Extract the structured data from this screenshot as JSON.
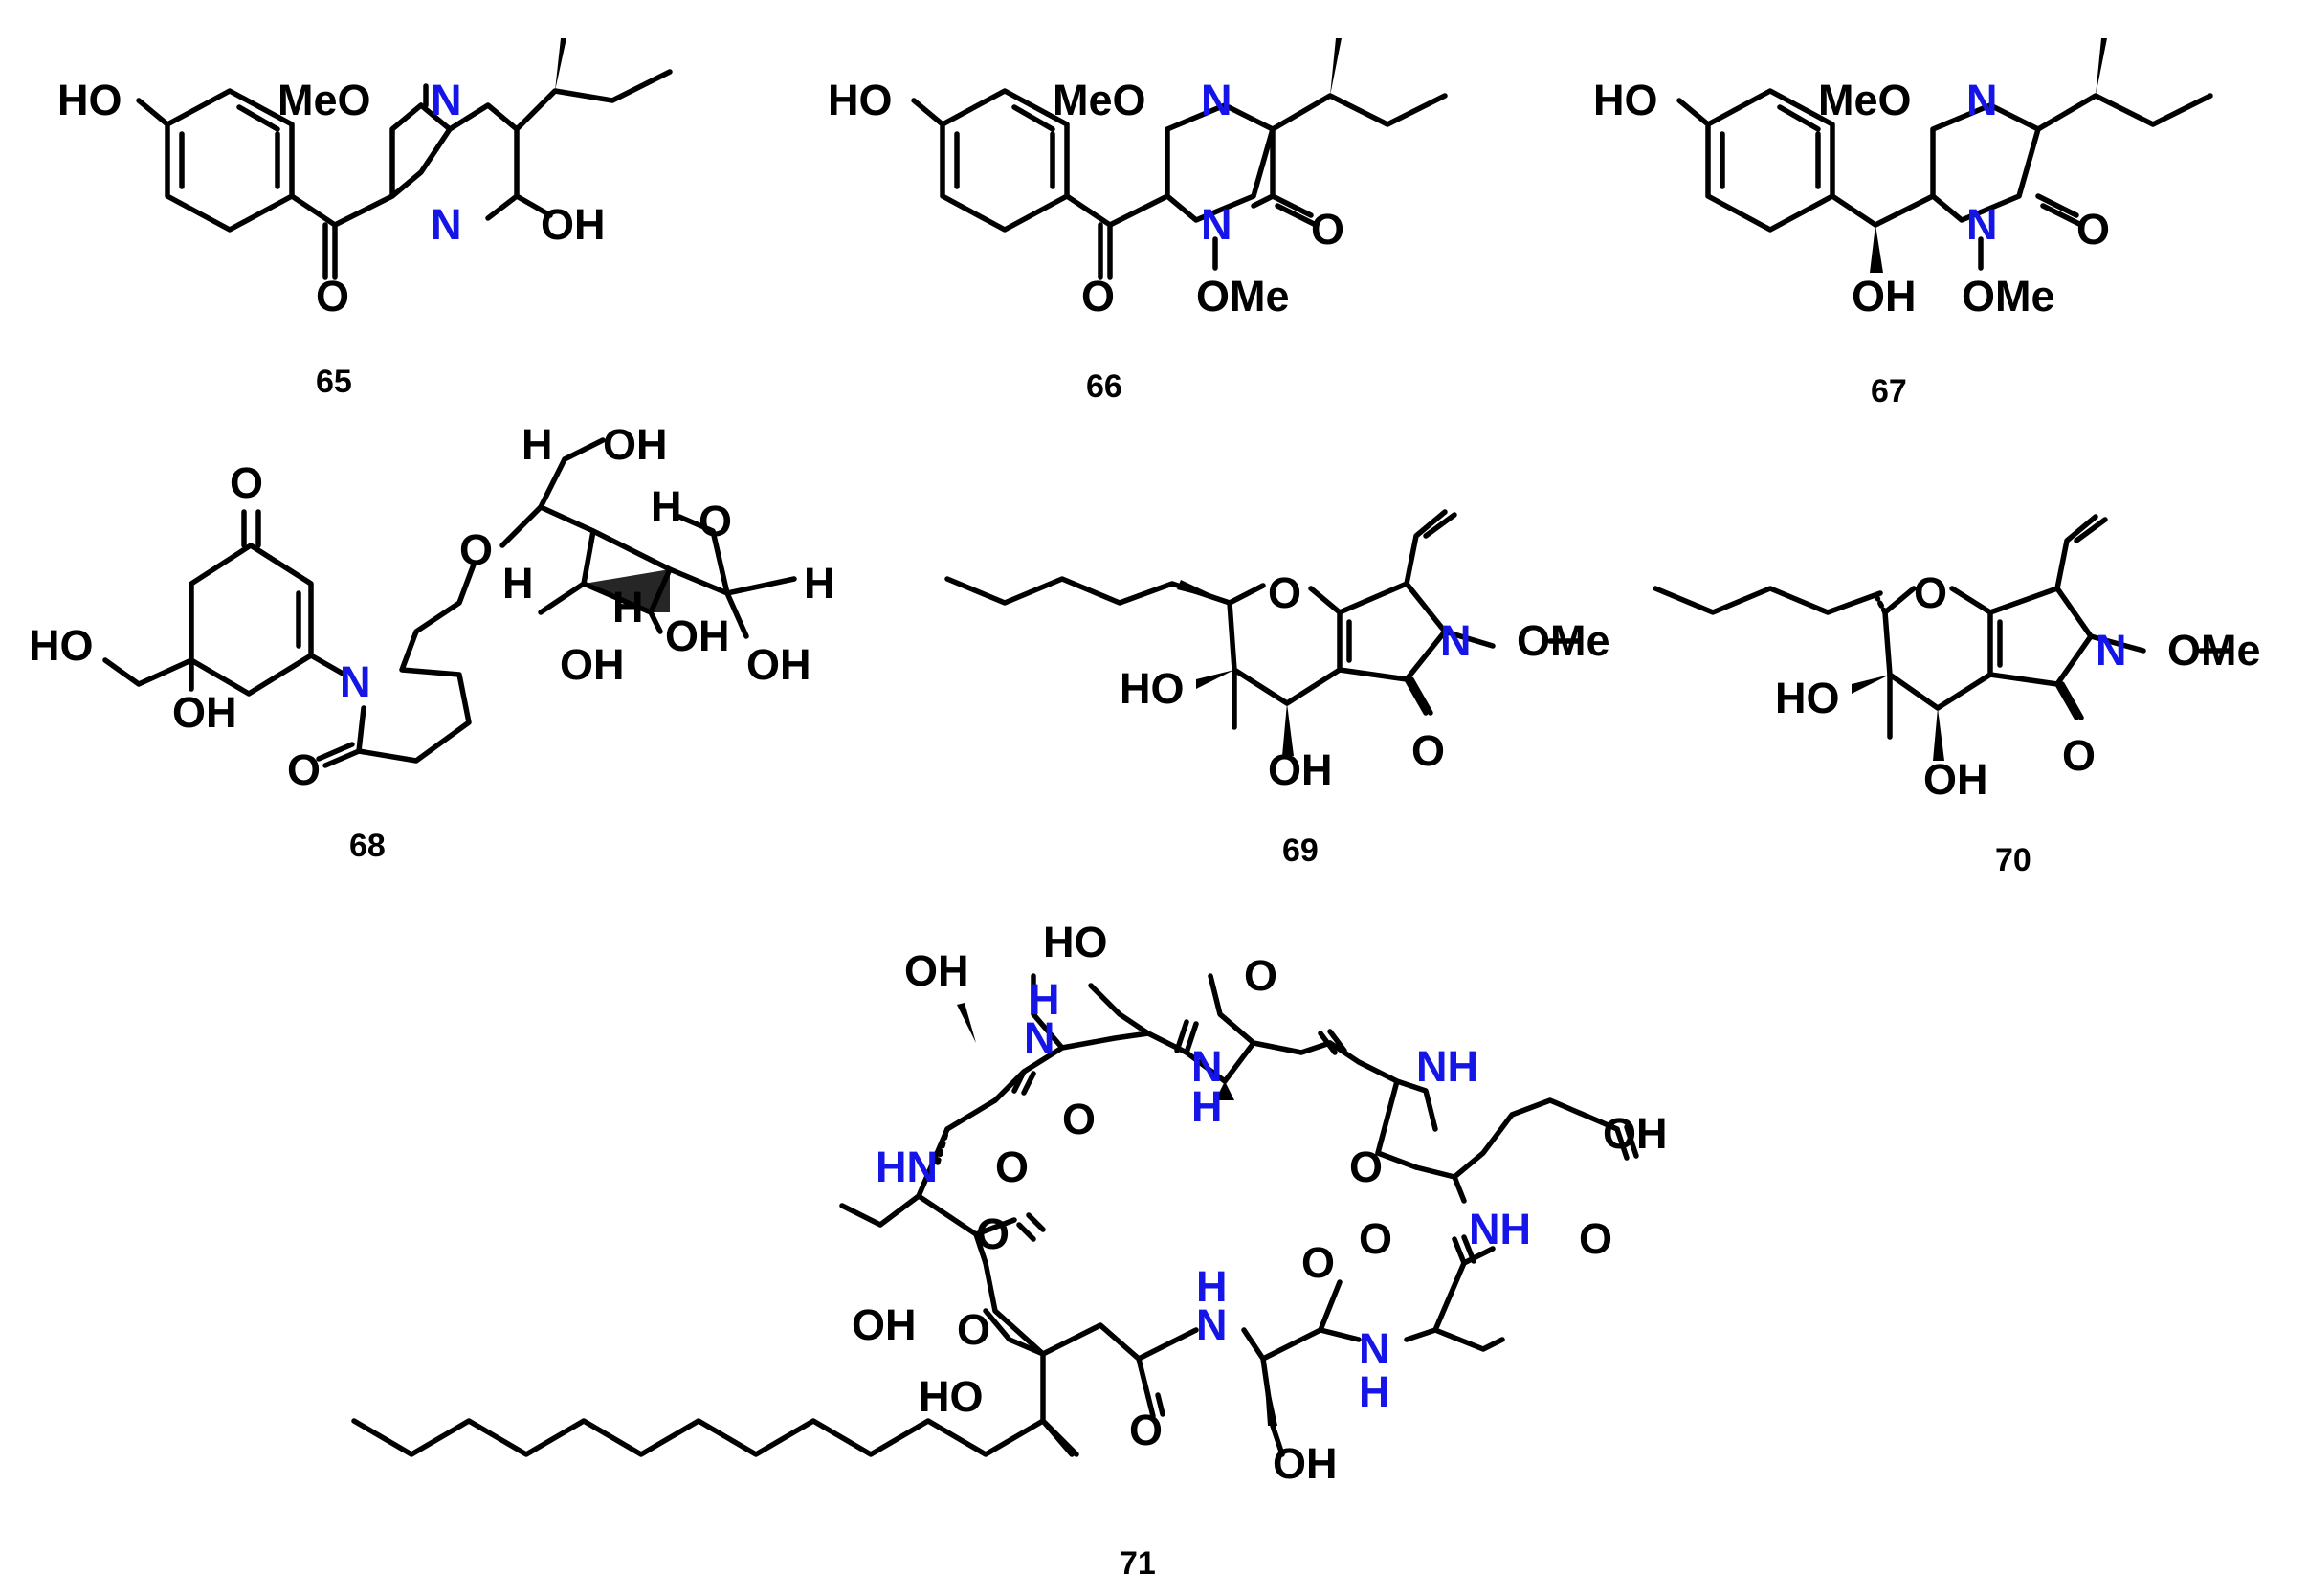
{
  "figure": {
    "compounds": [
      {
        "id": "c65",
        "label": "65"
      },
      {
        "id": "c66",
        "label": "66"
      },
      {
        "id": "c67",
        "label": "67"
      },
      {
        "id": "c68",
        "label": "68"
      },
      {
        "id": "c69",
        "label": "69"
      },
      {
        "id": "c70",
        "label": "70"
      },
      {
        "id": "c71",
        "label": "71"
      }
    ],
    "atoms": {
      "HO": "HO",
      "OH": "OH",
      "MeO": "MeO",
      "OMe": "OMe",
      "N": "N",
      "O": "O",
      "H": "H",
      "NH": "NH",
      "HN": "HN"
    },
    "colors": {
      "bond": "#000000",
      "heteroatom_n": "#1515e8"
    }
  }
}
